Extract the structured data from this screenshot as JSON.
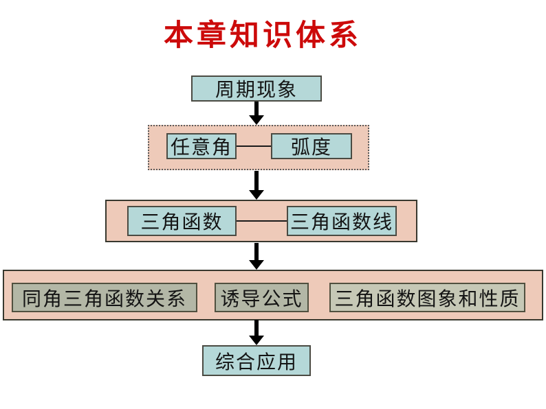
{
  "slide": {
    "title": "本章知识体系"
  },
  "nodes": {
    "periodic_phenomena": "周期现象",
    "arbitrary_angle": "任意角",
    "radian": "弧度",
    "trig_functions": "三角函数",
    "trig_function_lines": "三角函数线",
    "same_angle_relations": "同角三角函数关系",
    "induction_formulas": "诱导公式",
    "graphs_and_properties": "三角函数图象和性质",
    "comprehensive_application": "综合应用"
  },
  "colors": {
    "title_red": "#cc0a0a",
    "box_blue": "#b5d8d8",
    "container_pink": "#eecab9",
    "box_gray_green": "#b3b7a6",
    "box_light_green": "#c6c8b6",
    "arrow_black": "#000000",
    "background": "#ffffff"
  }
}
